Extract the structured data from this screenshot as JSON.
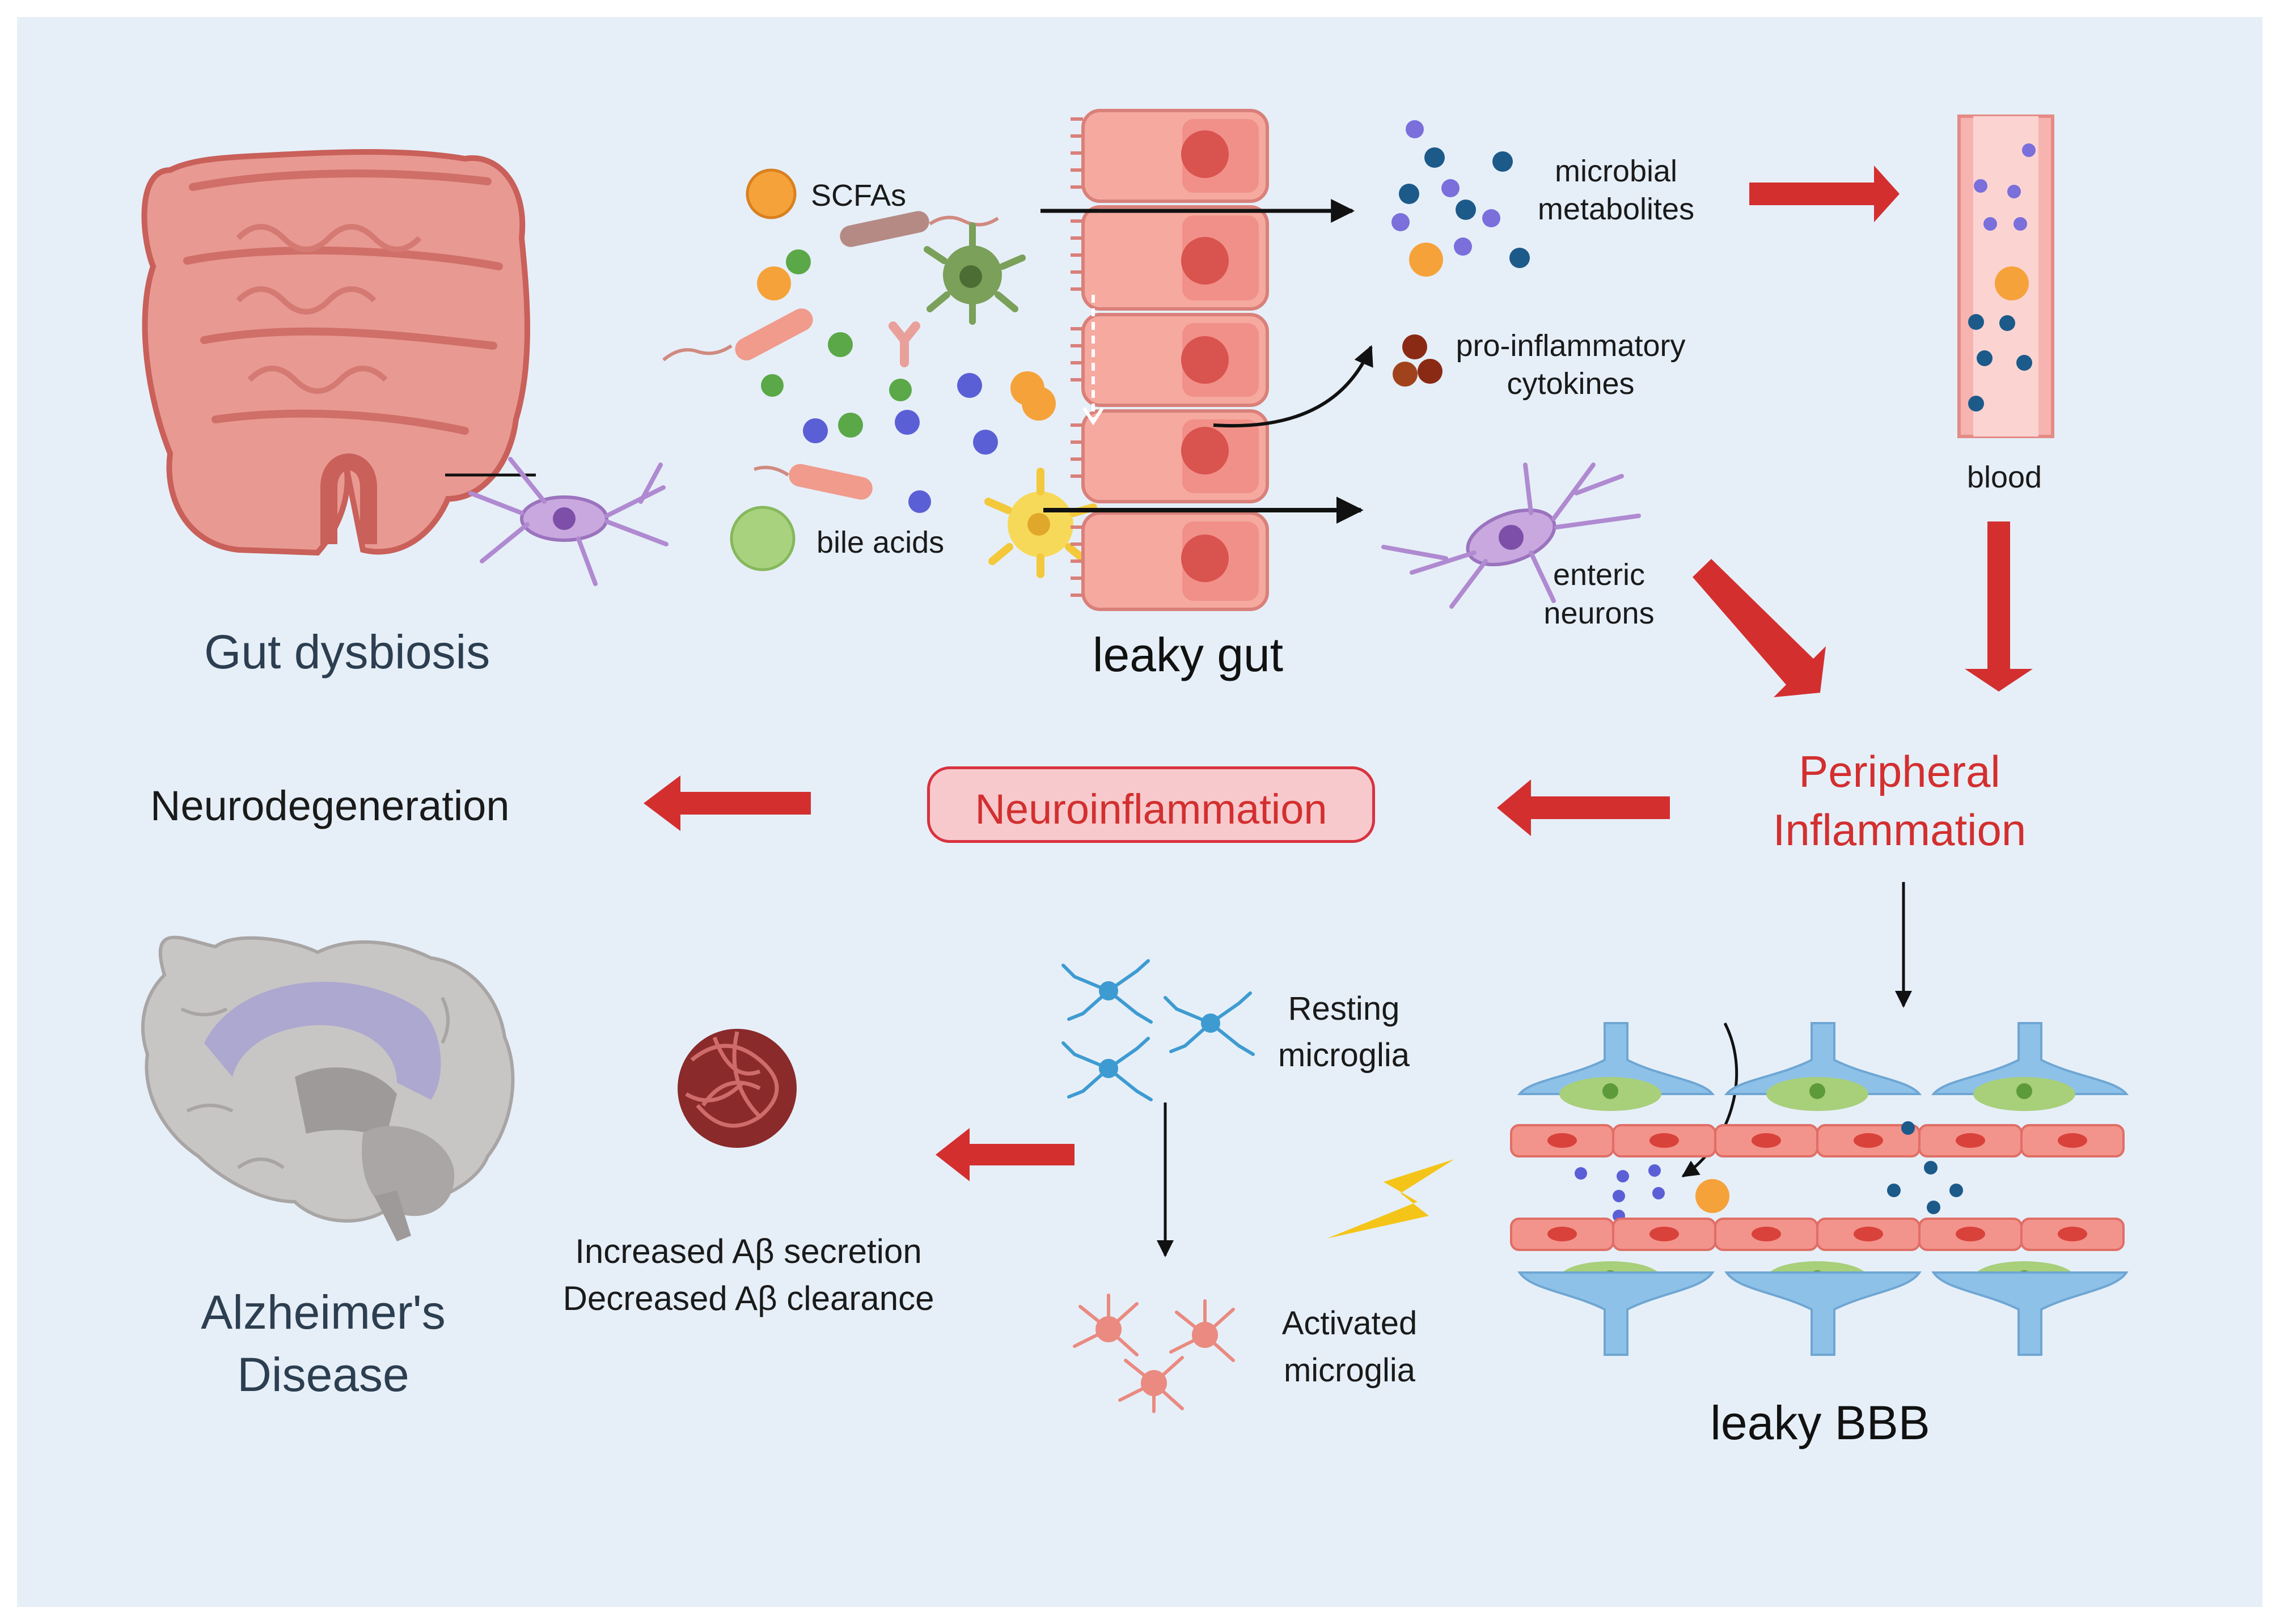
{
  "gut": {
    "title": "Gut dysbiosis",
    "scfas": "SCFAs",
    "bile_acids": "bile acids",
    "leaky_gut": "leaky gut"
  },
  "lumen": {
    "microbial_metabolites": [
      "microbial",
      "metabolites"
    ],
    "cytokines": [
      "pro-inflammatory",
      "cytokines"
    ],
    "enteric_neurons": [
      "enteric",
      "neurons"
    ],
    "blood": "blood"
  },
  "central": {
    "peripheral_inflammation": [
      "Peripheral",
      "Inflammation"
    ],
    "neuroinflammation": "Neuroinflammation",
    "neurodegeneration": "Neurodegeneration"
  },
  "brain": {
    "resting_microglia": [
      "Resting",
      "microglia"
    ],
    "activated_microglia": [
      "Activated",
      "microglia"
    ],
    "abeta": [
      "Increased Aβ secretion",
      "Decreased Aβ clearance"
    ],
    "alzheimers": [
      "Alzheimer's",
      "Disease"
    ],
    "leaky_bbb": "leaky BBB"
  },
  "colors": {
    "background": "#e6eff8",
    "accent_red": "#d32f2f",
    "intestine": "#e08882",
    "epithelium": "#f5a99f",
    "endothelium": "#f2948b",
    "astrocyte": "#8ec1e8",
    "pericyte": "#a8cf7a"
  }
}
